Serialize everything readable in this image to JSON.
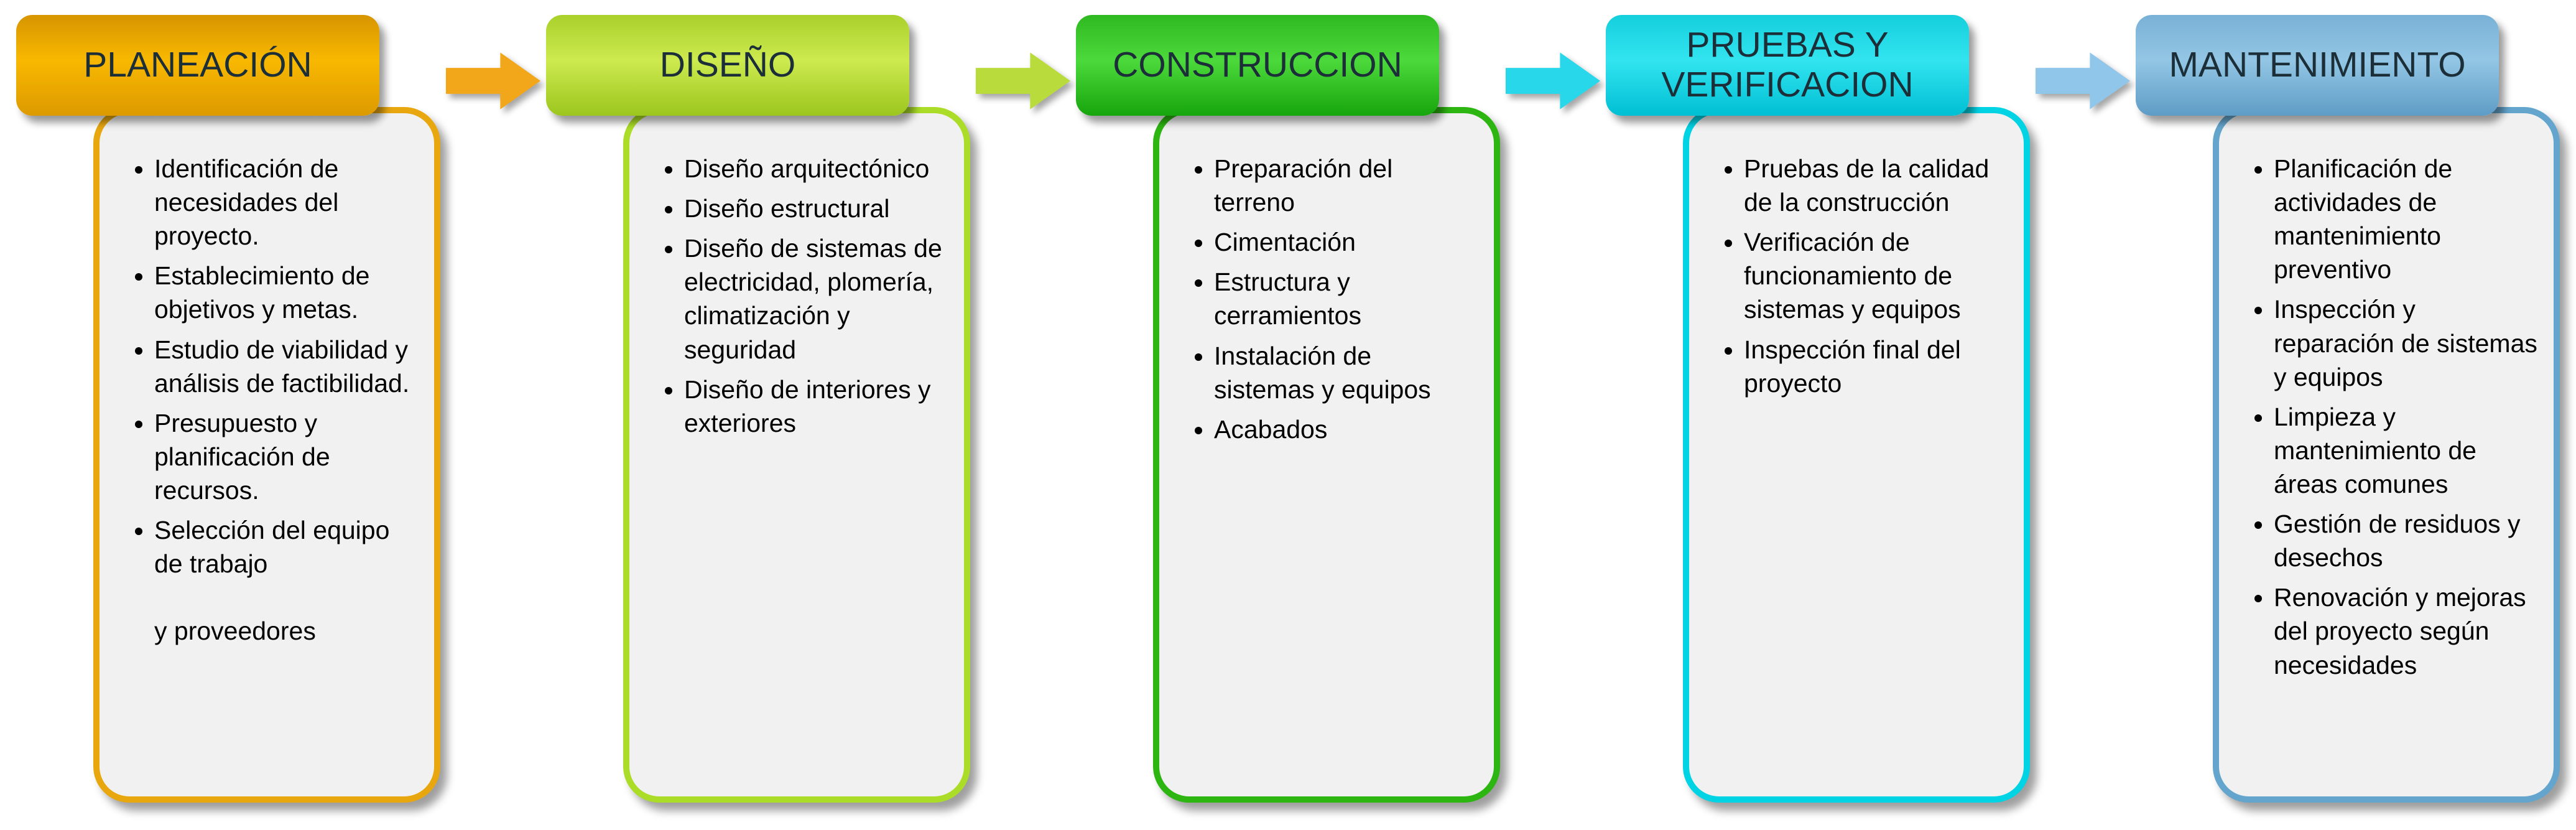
{
  "diagram": {
    "stages": [
      {
        "label": "PLANEACIÓN",
        "header_bg": "linear-gradient(180deg, #d79500 0%, #f8b800 45%, #dd9a00 100%)",
        "border_color": "#e8a70f",
        "items": [
          "Identificación de necesidades del proyecto.",
          "Establecimiento de objetivos y metas.",
          "Estudio de viabilidad y análisis de factibilidad.",
          "Presupuesto y planificación de recursos.",
          "Selección del equipo de trabajo\n\ny proveedores"
        ]
      },
      {
        "label": "DISEÑO",
        "header_bg": "linear-gradient(180deg, #a9d02b 0%, #cdea4f 45%, #9cc61e 100%)",
        "border_color": "#abdd28",
        "items": [
          "Diseño arquitectónico",
          "Diseño estructural",
          "Diseño de sistemas de electricidad, plomería, climatización y seguridad",
          "Diseño de interiores y exteriores"
        ]
      },
      {
        "label": "CONSTRUCCION",
        "header_bg": "linear-gradient(180deg, #2fb921 0%, #4cd93b 45%, #17a50d 100%)",
        "border_color": "#2db511",
        "items": [
          "Preparación del terreno",
          "Cimentación",
          "Estructura y cerramientos",
          "Instalación de sistemas y equipos",
          "Acabados"
        ]
      },
      {
        "label": "PRUEBAS Y VERIFICACION",
        "header_bg": "linear-gradient(180deg, #14cfdc 0%, #32e4ef 45%, #00bfd4 100%)",
        "border_color": "#00d3e4",
        "items": [
          "Pruebas de la calidad de la construcción",
          "Verificación de funcionamiento de sistemas y equipos",
          "Inspección final del proyecto"
        ]
      },
      {
        "label": "MANTENIMIENTO",
        "header_bg": "linear-gradient(180deg, #79b1d6 0%, #93c6e4 45%, #5e9cc6 100%)",
        "border_color": "#64a5cd",
        "items": [
          "Planificación de actividades de mantenimiento preventivo",
          "Inspección y reparación de sistemas y equipos",
          "Limpieza y mantenimiento de áreas comunes",
          "Gestión de residuos y desechos",
          "Renovación y mejoras del proyecto según necesidades"
        ]
      }
    ],
    "arrows": [
      {
        "color": "#f2a71b"
      },
      {
        "color": "#b9dc3c"
      },
      {
        "color": "#28d7e9"
      },
      {
        "color": "#8fc6e9"
      }
    ]
  }
}
